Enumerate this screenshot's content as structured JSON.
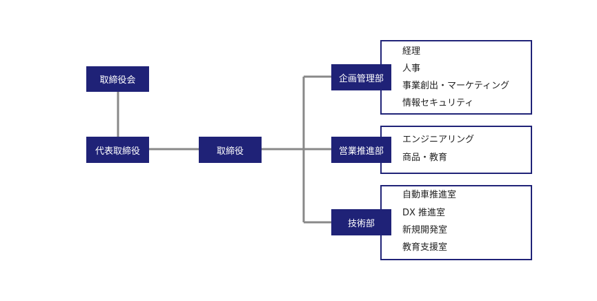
{
  "nodes": {
    "board": "取締役会",
    "ceo": "代表取締役",
    "director": "取締役"
  },
  "departments": [
    {
      "name": "企画管理部",
      "units": [
        "経理",
        "人事",
        "事業創出・マーケティング",
        "情報セキュリティ"
      ]
    },
    {
      "name": "営業推進部",
      "units": [
        "エンジニアリング",
        "商品・教育"
      ]
    },
    {
      "name": "技術部",
      "units": [
        "自動車推進室",
        "DX 推進室",
        "新規開発室",
        "教育支援室"
      ]
    }
  ],
  "colors": {
    "box": "#1f2277",
    "connector": "#888888"
  }
}
